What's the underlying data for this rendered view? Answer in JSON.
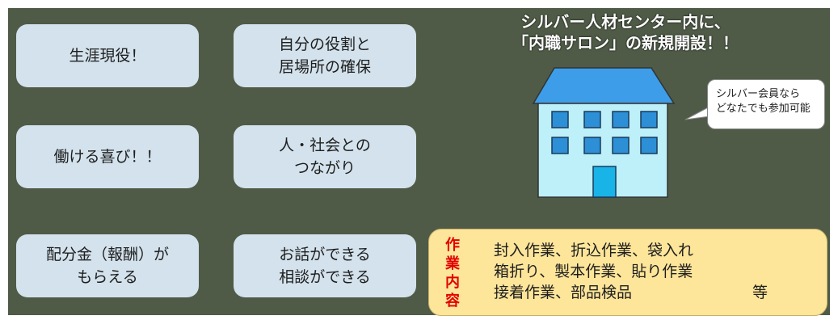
{
  "benefits": [
    {
      "label": "生涯現役！"
    },
    {
      "label": "自分の役割と\n居場所の確保"
    },
    {
      "label": "働ける喜び！！"
    },
    {
      "label": "人・社会との\nつながり"
    },
    {
      "label": "配分金（報酬）が\nもらえる"
    },
    {
      "label": "お話ができる\n相談ができる"
    }
  ],
  "headline": "シルバー人材センター内に、\n「内職サロン」の新規開設！！",
  "bubble": "シルバー会員なら\nどなたでも参加可能",
  "work": {
    "label_chars": [
      "作",
      "業",
      "内",
      "容"
    ],
    "lines": [
      "封入作業、折込作業、袋入れ",
      "箱折り、製本作業、貼り作業",
      "接着作業、部品検品"
    ],
    "suffix": "等"
  },
  "colors": {
    "board": "#4f5b47",
    "benefit_box": "#d3e2ec",
    "roof": "#3d9de8",
    "building_body": "#bdf0f8",
    "work_box": "#fde59a",
    "work_label": "#e20000"
  },
  "icons": [
    "building-illustration",
    "speech-bubble"
  ]
}
